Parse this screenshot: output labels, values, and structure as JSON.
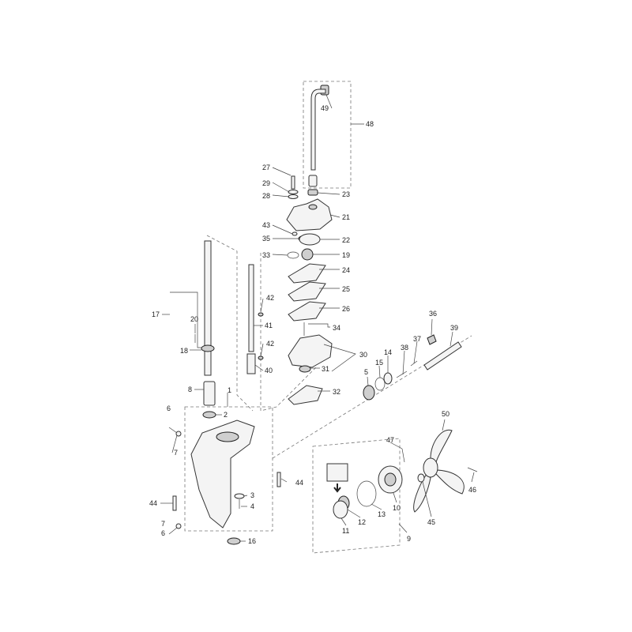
{
  "callouts": {
    "p1": "1",
    "p2": "2",
    "p3": "3",
    "p4": "4",
    "p5": "5",
    "p6a": "6",
    "p6b": "6",
    "p7a": "7",
    "p7b": "7",
    "p8": "8",
    "p9": "9",
    "p10": "10",
    "p11": "11",
    "p12": "12",
    "p13": "13",
    "p14": "14",
    "p15": "15",
    "p16": "16",
    "p17": "17",
    "p18": "18",
    "p19": "19",
    "p20": "20",
    "p21": "21",
    "p22": "22",
    "p23": "23",
    "p24": "24",
    "p25": "25",
    "p26": "26",
    "p27": "27",
    "p28": "28",
    "p29": "29",
    "p30": "30",
    "p31": "31",
    "p32": "32",
    "p33": "33",
    "p34": "34",
    "p35": "35",
    "p36": "36",
    "p37": "37",
    "p38": "38",
    "p39": "39",
    "p40": "40",
    "p41": "41",
    "p42a": "42",
    "p42b": "42",
    "p43": "43",
    "p44a": "44",
    "p44b": "44",
    "p45": "45",
    "p46": "46",
    "p47": "47",
    "p48": "48",
    "p49": "49",
    "p50": "50"
  }
}
